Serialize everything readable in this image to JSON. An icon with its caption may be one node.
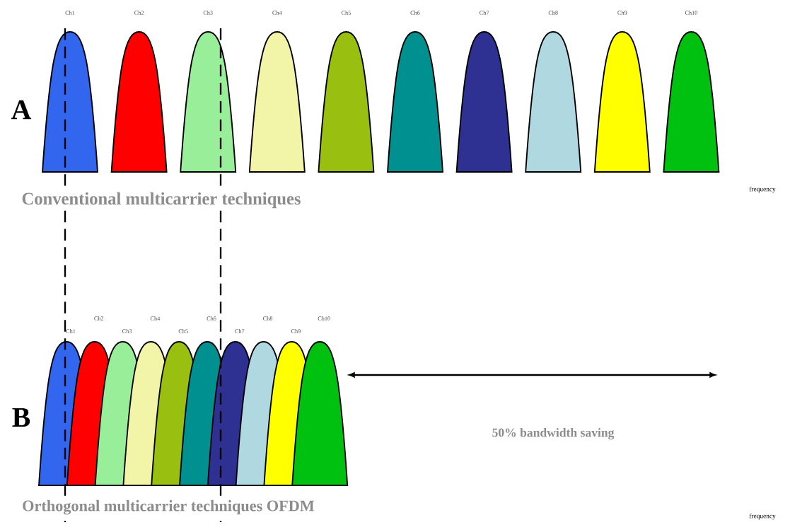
{
  "diagram": {
    "nodes": [
      {
        "text": [
          "Ch1"
        ]
      },
      {
        "text": [
          "Ch2"
        ]
      },
      {
        "text": [
          "Ch3"
        ]
      },
      {
        "text": [
          "Ch4"
        ]
      },
      {
        "text": [
          "Ch5"
        ]
      },
      {
        "text": [
          "Ch6"
        ]
      },
      {
        "text": [
          "Ch7"
        ]
      },
      {
        "text": [
          "Ch8"
        ]
      },
      {
        "text": [
          "Ch9"
        ]
      },
      {
        "text": [
          "Ch10"
        ]
      },
      {
        "text": [
          "Ch1"
        ]
      },
      {
        "text": [
          "Ch2"
        ]
      },
      {
        "text": [
          "Ch3"
        ]
      },
      {
        "text": [
          "Ch4"
        ]
      },
      {
        "text": [
          "Ch5"
        ]
      },
      {
        "text": [
          "Ch6"
        ]
      },
      {
        "text": [
          "Ch7"
        ]
      },
      {
        "text": [
          "Ch8"
        ]
      },
      {
        "text": [
          "Ch9"
        ]
      },
      {
        "text": [
          "Ch10"
        ]
      }
    ],
    "edges": [],
    "labels": [
      "A",
      "frequency",
      "Conventional multicarrier techniques",
      "B",
      "50% bandwidth saving",
      "Orthogonal multicarrier techniques OFDM",
      "frequency"
    ]
  }
}
